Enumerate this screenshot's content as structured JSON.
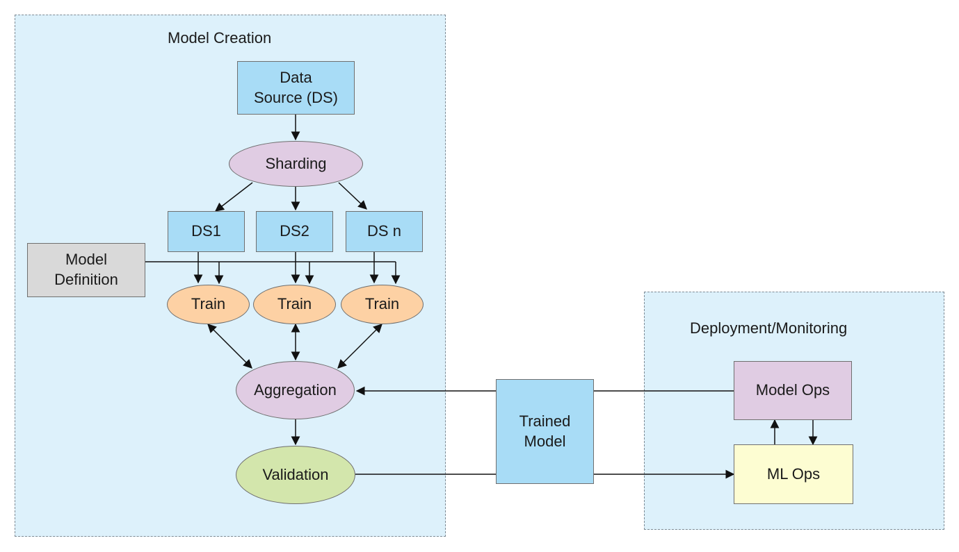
{
  "regions": {
    "model_creation": {
      "title": "Model Creation"
    },
    "deployment": {
      "title": "Deployment/Monitoring"
    }
  },
  "nodes": {
    "data_source": {
      "line1": "Data",
      "line2": "Source (DS)"
    },
    "sharding": {
      "label": "Sharding"
    },
    "ds1": {
      "label": "DS1"
    },
    "ds2": {
      "label": "DS2"
    },
    "dsn": {
      "label": "DS n"
    },
    "model_definition": {
      "line1": "Model",
      "line2": "Definition"
    },
    "train1": {
      "label": "Train"
    },
    "train2": {
      "label": "Train"
    },
    "train3": {
      "label": "Train"
    },
    "aggregation": {
      "label": "Aggregation"
    },
    "validation": {
      "label": "Validation"
    },
    "trained_model": {
      "line1": "Trained",
      "line2": "Model"
    },
    "model_ops": {
      "label": "Model Ops"
    },
    "ml_ops": {
      "label": "ML Ops"
    }
  },
  "colors": {
    "region_fill": "#ddf1fb",
    "blue_node": "#a8dcf6",
    "purple_node": "#e0cce3",
    "orange_node": "#fdd1a4",
    "green_node": "#d3e6ac",
    "gray_node": "#d9d9d9",
    "yellow_node": "#fdfdd2",
    "edge": "#111111"
  }
}
